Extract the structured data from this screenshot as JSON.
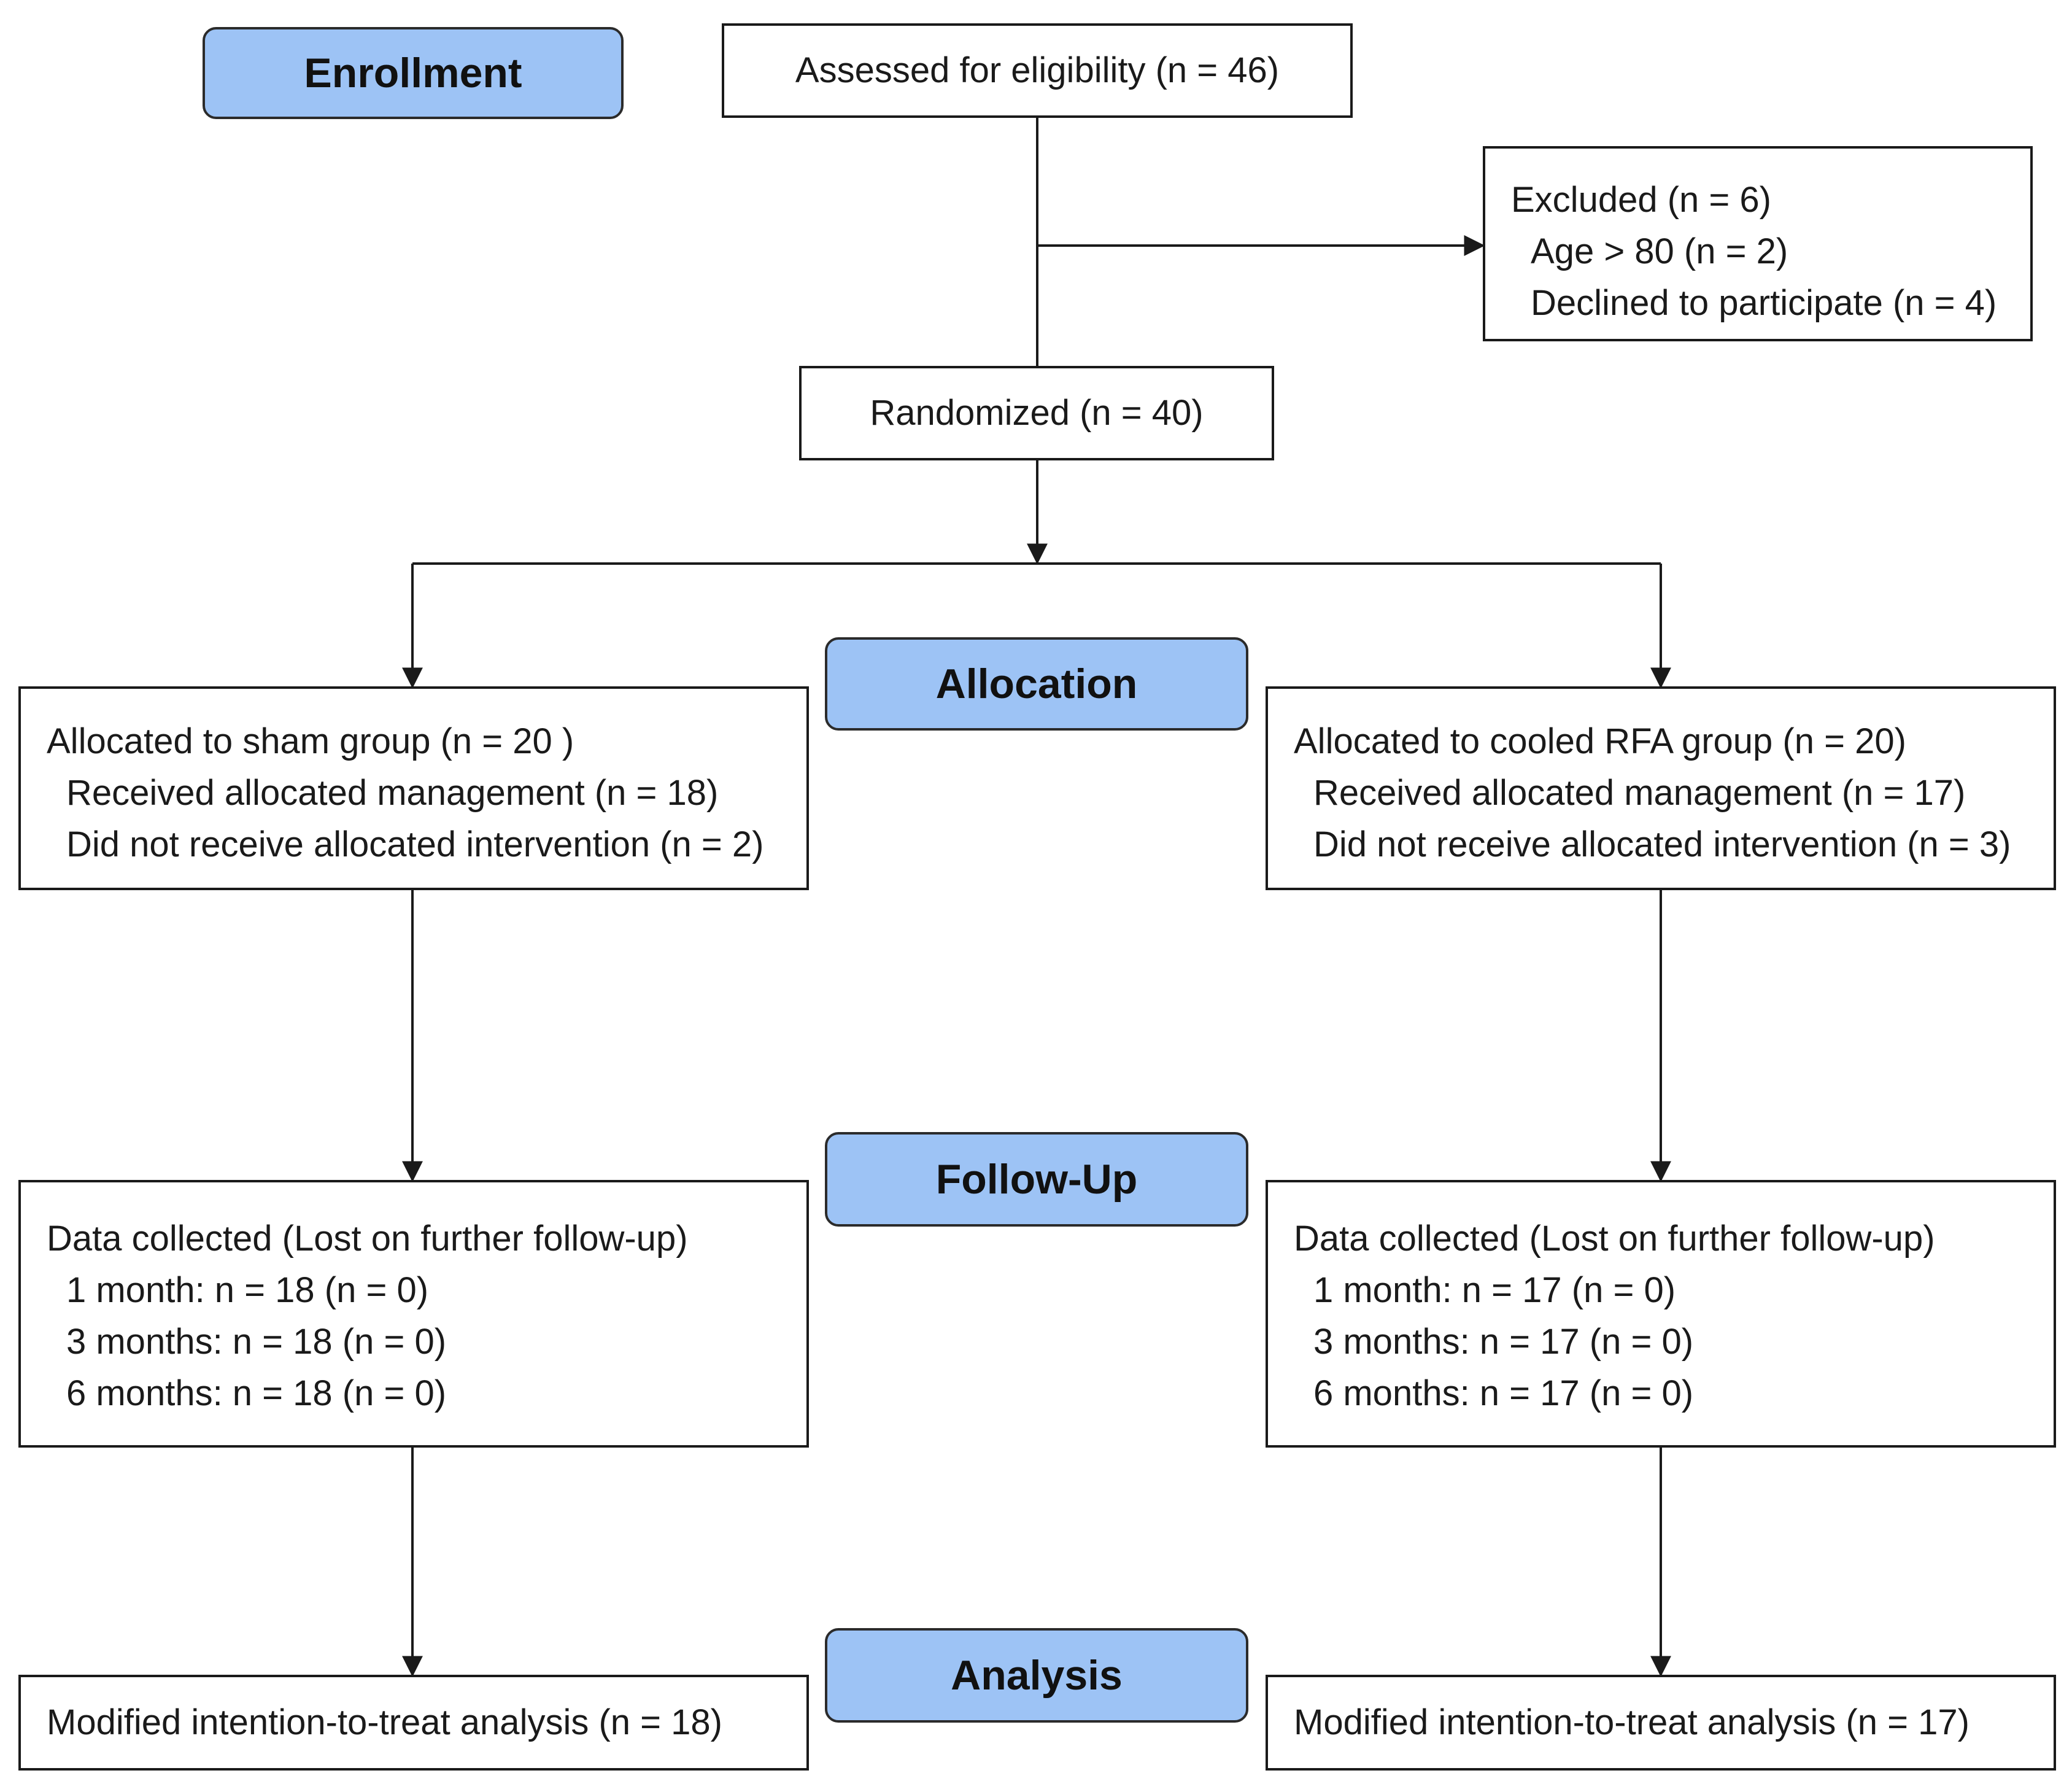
{
  "phases": {
    "enrollment": "Enrollment",
    "allocation": "Allocation",
    "follow_up": "Follow-Up",
    "analysis": "Analysis"
  },
  "colors": {
    "phase_fill": "#9dc3f5",
    "line": "#1a1a1a"
  },
  "assessed": "Assessed for eligibility (n = 46)",
  "excluded": {
    "title": "Excluded (n = 6)",
    "items": [
      "Age > 80 (n = 2)",
      "Declined to participate (n = 4)"
    ]
  },
  "randomized": "Randomized (n = 40)",
  "sham": {
    "allocation": {
      "title": "Allocated to sham group (n = 20 )",
      "items": [
        "Received allocated management (n = 18)",
        "Did not receive allocated intervention (n = 2)"
      ]
    },
    "follow_up": {
      "title": "Data collected (Lost on further follow-up)",
      "items": [
        "1 month: n = 18 (n = 0)",
        "3 months: n = 18 (n = 0)",
        "6 months: n = 18 (n = 0)"
      ]
    },
    "analysis": "Modified intention-to-treat analysis (n = 18)"
  },
  "rfa": {
    "allocation": {
      "title": "Allocated to cooled RFA group (n = 20)",
      "items": [
        "Received allocated management (n = 17)",
        "Did not receive allocated intervention (n = 3)"
      ]
    },
    "follow_up": {
      "title": "Data collected (Lost on further follow-up)",
      "items": [
        "1 month: n = 17 (n = 0)",
        "3 months: n = 17 (n = 0)",
        "6 months: n = 17 (n = 0)"
      ]
    },
    "analysis": "Modified intention-to-treat analysis (n = 17)"
  }
}
